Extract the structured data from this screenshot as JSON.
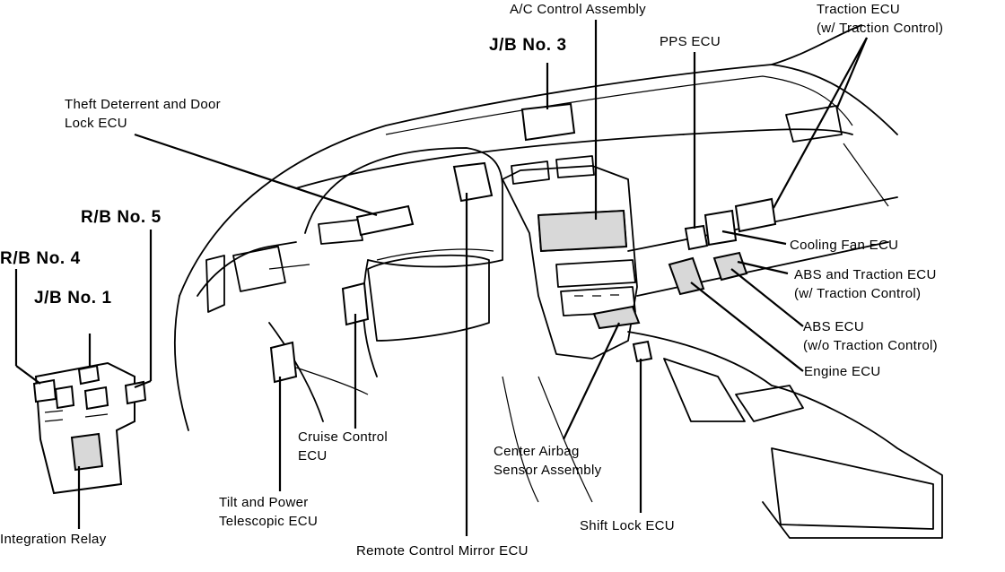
{
  "labels": {
    "ac_control": "A/C Control Assembly",
    "jb3": "J/B No. 3",
    "pps_ecu": "PPS ECU",
    "traction_ecu_1": "Traction ECU",
    "traction_ecu_2": "(w/ Traction Control)",
    "theft_1": "Theft Deterrent and Door",
    "theft_2": "Lock ECU",
    "rb5": "R/B No. 5",
    "rb4": "R/B No. 4",
    "jb1": "J/B No. 1",
    "cooling_fan": "Cooling Fan ECU",
    "abs_traction_1": "ABS and Traction ECU",
    "abs_traction_2": "(w/ Traction Control)",
    "abs_ecu_1": "ABS ECU",
    "abs_ecu_2": "(w/o Traction Control)",
    "engine_ecu": "Engine ECU",
    "cruise_1": "Cruise Control",
    "cruise_2": "ECU",
    "airbag_1": "Center Airbag",
    "airbag_2": "Sensor Assembly",
    "tilt_1": "Tilt and Power",
    "tilt_2": "Telescopic ECU",
    "shift_lock": "Shift Lock ECU",
    "integration_relay": "Integration Relay",
    "remote_mirror": "Remote Control Mirror ECU"
  }
}
